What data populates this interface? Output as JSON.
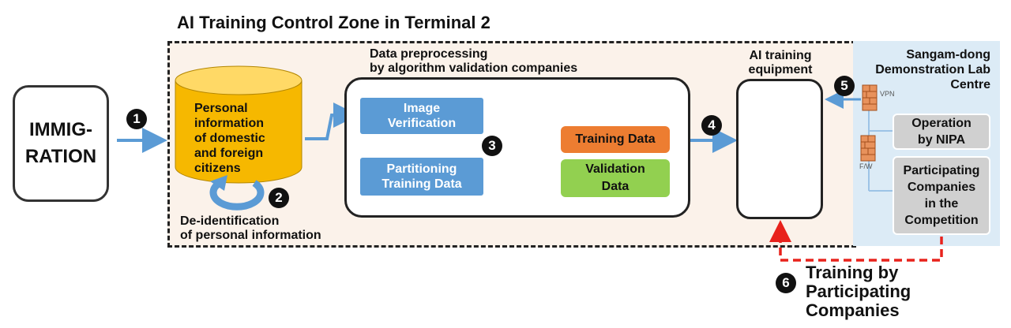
{
  "title": "AI Training Control Zone in Terminal 2",
  "immigration": "IMMIG-\nRATION",
  "database_text": "Personal\ninformation\nof domestic\nand foreign\ncitizens",
  "deidentification": "De-identification\nof personal information",
  "preprocessing_label": "Data preprocessing\nby algorithm validation companies",
  "image_verification": "Image\nVerification",
  "partitioning": "Partitioning\nTraining Data",
  "training_data": "Training Data",
  "validation_data": "Validation\nData",
  "equipment_label": "AI training\nequipment",
  "lab_title": "Sangam-dong\nDemonstration Lab\nCentre",
  "vpn_label": "VPN",
  "fw_label": "F/W",
  "operation": "Operation\nby NIPA",
  "participating": "Participating\nCompanies\nin the\nCompetition",
  "training_by": "Training by\nParticipating\nCompanies",
  "step_numbers": [
    "1",
    "2",
    "3",
    "4",
    "5",
    "6"
  ],
  "colors": {
    "zone_bg": "#fbf2ea",
    "lab_bg": "#dcebf6",
    "arrow_blue": "#5b9bd5",
    "cylinder_gold": "#f6b800",
    "cylinder_top": "#ffd966",
    "training_orange": "#ed7d31",
    "validation_green": "#92d050",
    "dashed_red": "#e8221c"
  }
}
